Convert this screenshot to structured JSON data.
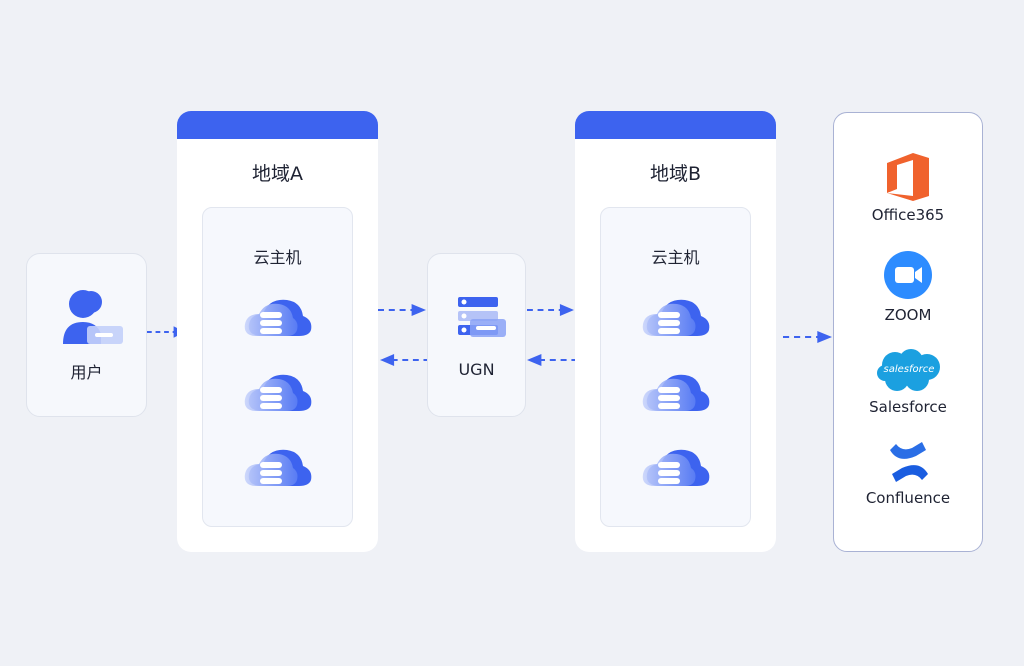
{
  "user": {
    "label": "用户"
  },
  "regions": [
    {
      "title": "地域A",
      "inner_label": "云主机"
    },
    {
      "title": "地域B",
      "inner_label": "云主机"
    }
  ],
  "ugn": {
    "label": "UGN"
  },
  "services": [
    {
      "name": "Office365",
      "icon": "office365-icon"
    },
    {
      "name": "ZOOM",
      "icon": "zoom-icon"
    },
    {
      "name": "Salesforce",
      "icon": "salesforce-icon",
      "logo_text": "salesforce"
    },
    {
      "name": "Confluence",
      "icon": "confluence-icon"
    }
  ],
  "colors": {
    "accent": "#3d63ef",
    "office": "#f0622d",
    "zoom": "#2d8cff",
    "salesforce": "#1ba0e0"
  }
}
